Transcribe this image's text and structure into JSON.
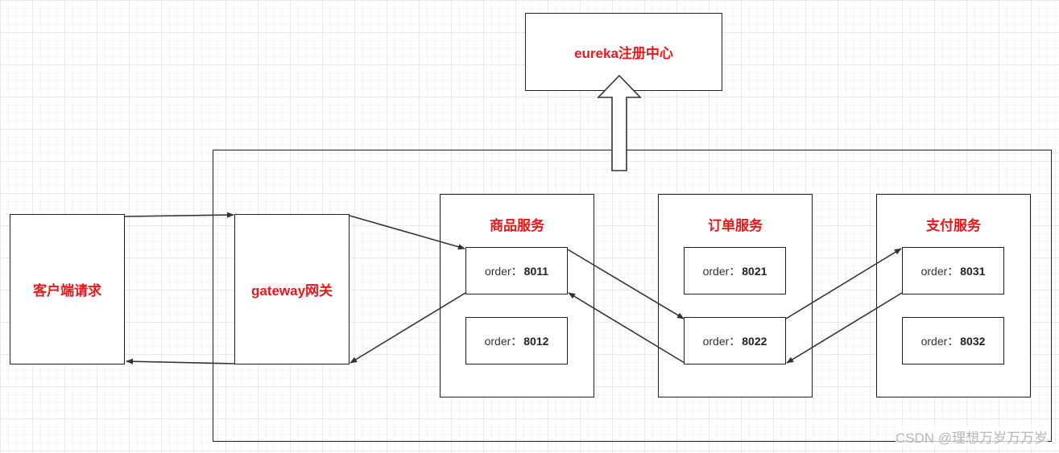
{
  "registry": {
    "label": "eureka注册中心"
  },
  "client": {
    "label": "客户端请求"
  },
  "gateway": {
    "label": "gateway网关"
  },
  "services": [
    {
      "title": "商品服务",
      "instances": [
        {
          "prefix": "order：",
          "port": "8011"
        },
        {
          "prefix": "order：",
          "port": "8012"
        }
      ]
    },
    {
      "title": "订单服务",
      "instances": [
        {
          "prefix": "order：",
          "port": "8021"
        },
        {
          "prefix": "order：",
          "port": "8022"
        }
      ]
    },
    {
      "title": "支付服务",
      "instances": [
        {
          "prefix": "order：",
          "port": "8031"
        },
        {
          "prefix": "order：",
          "port": "8032"
        }
      ]
    }
  ],
  "colors": {
    "title_red": "#e8181b",
    "border": "#1f1f1f",
    "arrow": "#333333"
  },
  "watermark": "CSDN @理想万岁万万岁"
}
